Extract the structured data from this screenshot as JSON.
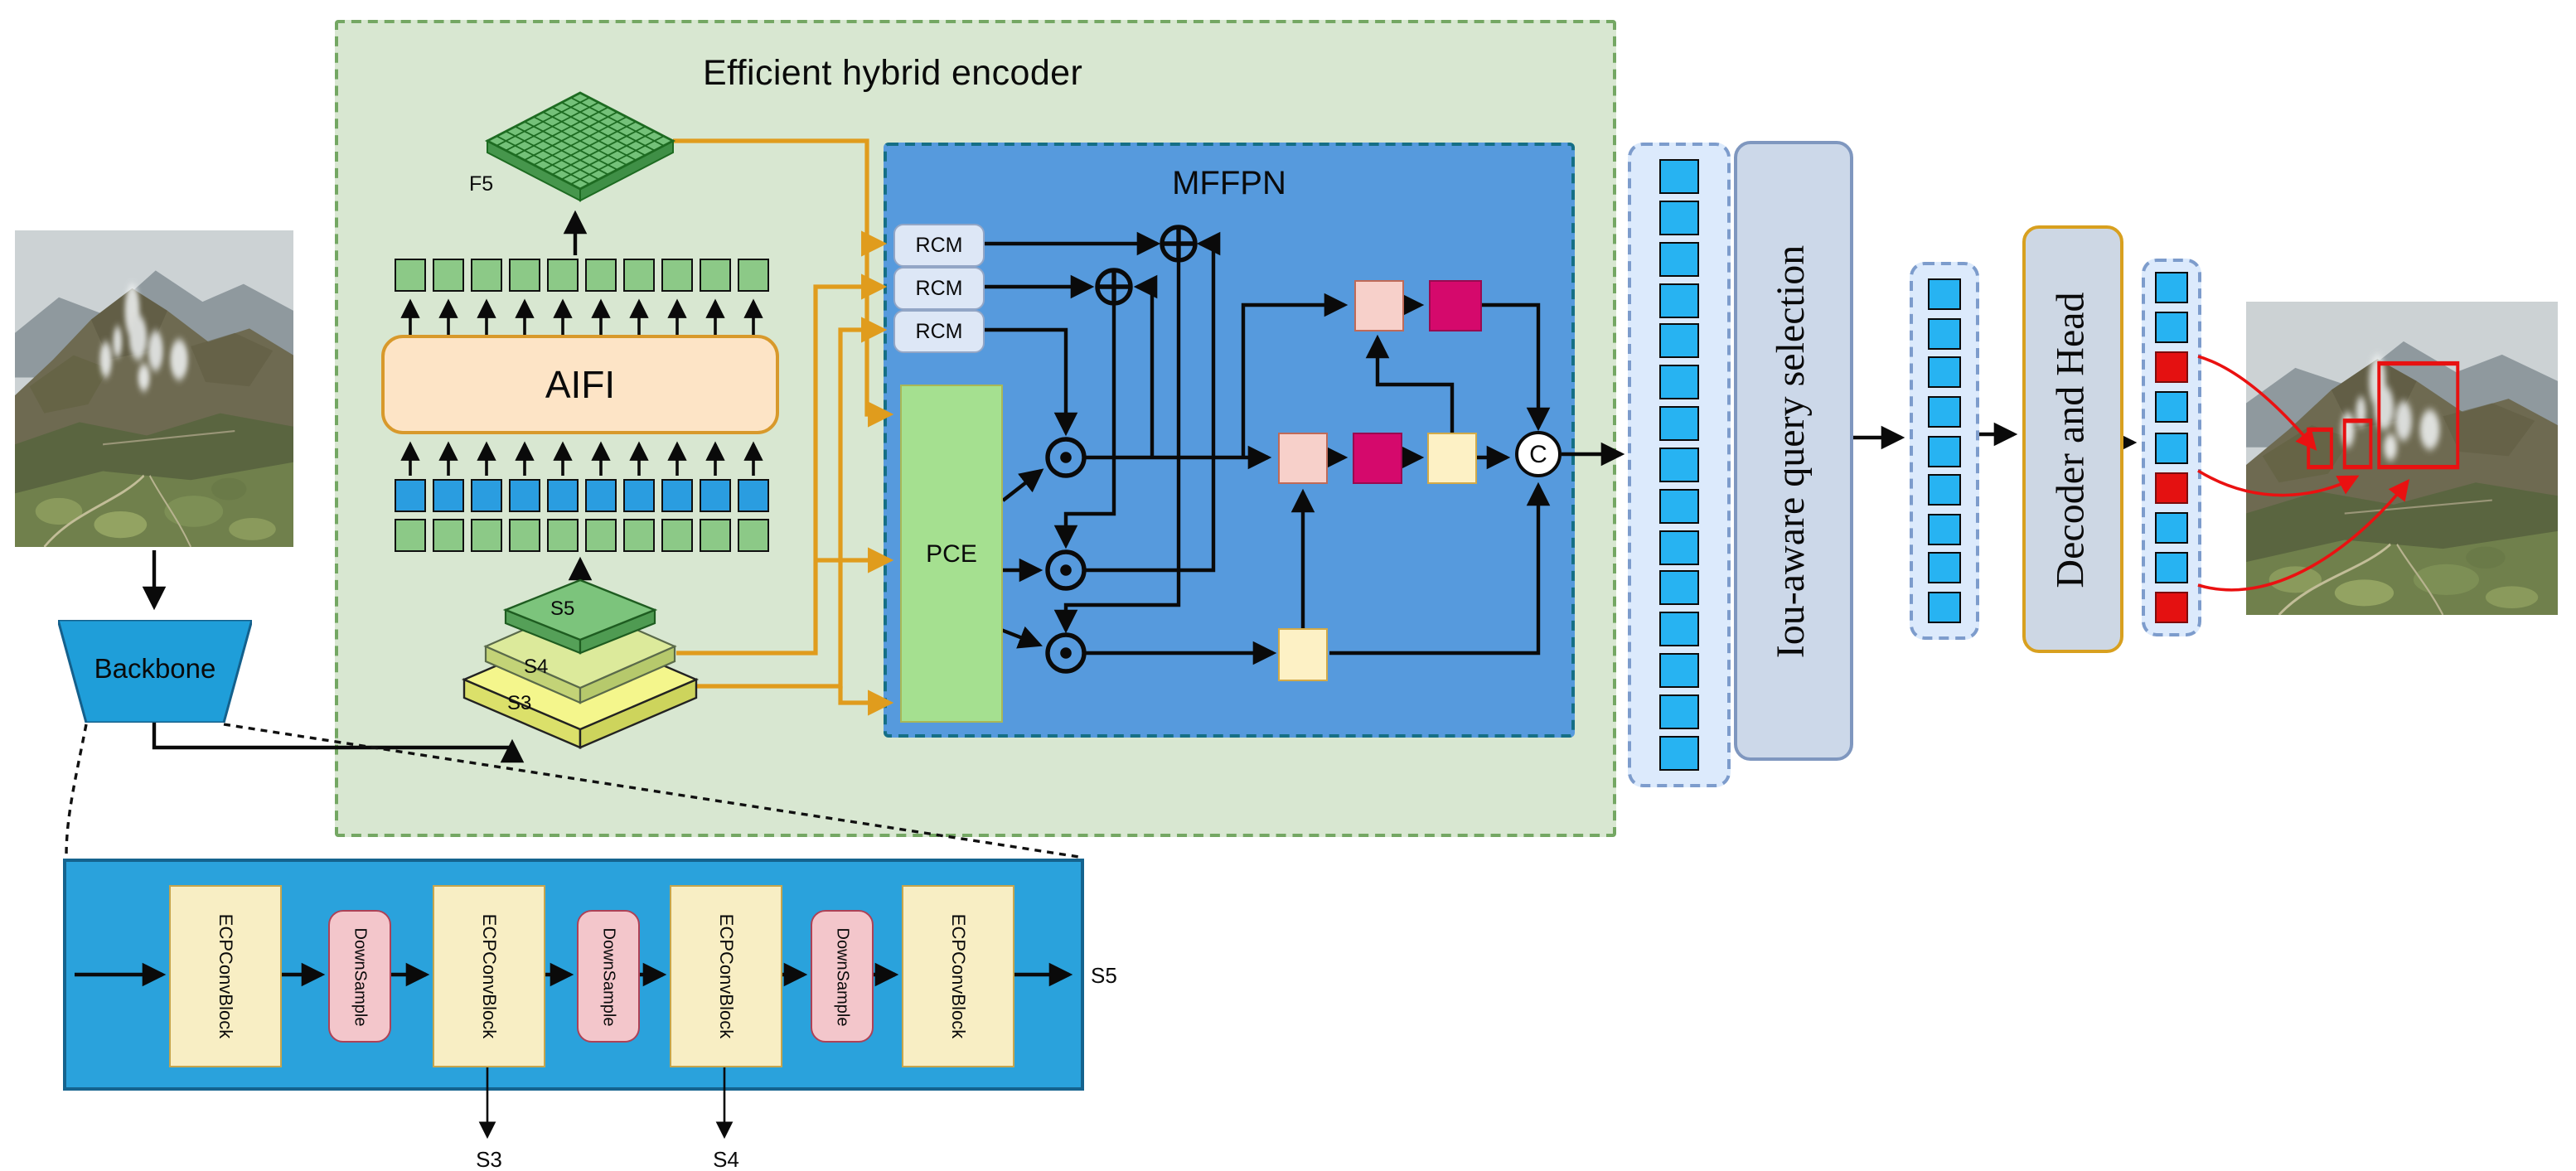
{
  "encoder": {
    "title": "Efficient hybrid encoder",
    "aifi_label": "AIFI",
    "f5_label": "F5",
    "f5_grid": 10,
    "token_rows": [
      {
        "type": "green",
        "count": 10
      },
      {
        "type": "blue",
        "count": 10
      },
      {
        "type": "green",
        "count": 10
      }
    ],
    "pyramid": {
      "s5": "S5",
      "s4": "S4",
      "s3": "S3"
    }
  },
  "mffpn": {
    "title": "MFFPN",
    "rcm_blocks": [
      "RCM",
      "RCM",
      "RCM"
    ],
    "pce_label": "PCE",
    "concat_label": "C"
  },
  "backbone": {
    "label": "Backbone"
  },
  "pipeline": {
    "iou_query_selection_label": "Iou-aware query selection",
    "decoder_head_label": "Decoder and Head",
    "encoder_memory_count": 15,
    "selected_query_count": 9,
    "output_tokens": [
      "blue",
      "blue",
      "red",
      "blue",
      "blue",
      "red",
      "blue",
      "blue",
      "red"
    ]
  },
  "backbone_detail": {
    "blocks": [
      {
        "label": "ECPConvBlock",
        "type": "ecp"
      },
      {
        "label": "DownSample",
        "type": "ds"
      },
      {
        "label": "ECPConvBlock",
        "type": "ecp"
      },
      {
        "label": "DownSample",
        "type": "ds"
      },
      {
        "label": "ECPConvBlock",
        "type": "ecp"
      },
      {
        "label": "DownSample",
        "type": "ds"
      },
      {
        "label": "ECPConvBlock",
        "type": "ecp"
      }
    ],
    "outputs": {
      "s5": "S5",
      "s3": "S3",
      "s4": "S4"
    }
  },
  "colors": {
    "encoder_bg": "#d8e7d1",
    "encoder_border": "#74a763",
    "mffpn_bg": "#569add",
    "mffpn_border": "#156f86",
    "token_green": "#8cc987",
    "token_blue": "#2a9de0",
    "aifi_fill": "#fde4c6",
    "aifi_border": "#d8992b",
    "rcm_fill": "#dde7f6",
    "pce_fill": "#a5e090",
    "pink_sq": "#f7d0ca",
    "magenta_sq": "#d5096c",
    "yellow_sq": "#fdf1c5",
    "orange_wire": "#e09c1d",
    "red_wire": "#ea1111",
    "backbone_blue": "#1f9ed9",
    "detail_blue": "#2aa2dc",
    "ecp_fill": "#f8eec4",
    "downsample_fill": "#f3c6cb",
    "column_bg": "#dceafc",
    "column_blue": "#27b3f2",
    "column_red": "#e41111",
    "query_fill": "#ccd8e9",
    "decoder_fill": "#cdd7e4",
    "decoder_border": "#d8a01f"
  }
}
